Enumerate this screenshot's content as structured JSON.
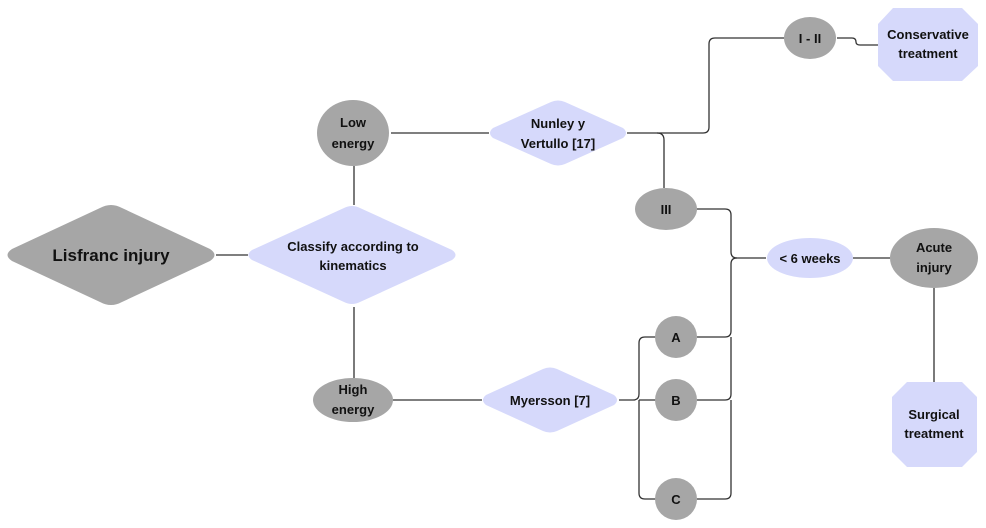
{
  "colors": {
    "gray_node": "#a6a6a6",
    "lavender_node": "#d6d9fb",
    "connector": "#333333",
    "text": "#111111"
  },
  "nodes": {
    "lisfranc": {
      "label": "Lisfranc injury"
    },
    "classify": {
      "lines": [
        "Classify according to",
        "kinematics"
      ]
    },
    "low_energy": {
      "lines": [
        "Low",
        "energy"
      ]
    },
    "high_energy": {
      "lines": [
        "High",
        "energy"
      ]
    },
    "nunley": {
      "lines": [
        "Nunley y",
        "Vertullo [17]"
      ]
    },
    "myersson": {
      "label": "Myersson [7]"
    },
    "grade_1_2": {
      "label": "I - II"
    },
    "grade_3": {
      "label": "III"
    },
    "type_a": {
      "label": "A"
    },
    "type_b": {
      "label": "B"
    },
    "type_c": {
      "label": "C"
    },
    "lt6weeks": {
      "label": "< 6 weeks"
    },
    "acute": {
      "lines": [
        "Acute",
        "injury"
      ]
    },
    "conservative": {
      "lines": [
        "Conservative",
        "treatment"
      ]
    },
    "surgical": {
      "lines": [
        "Surgical",
        "treatment"
      ]
    }
  }
}
